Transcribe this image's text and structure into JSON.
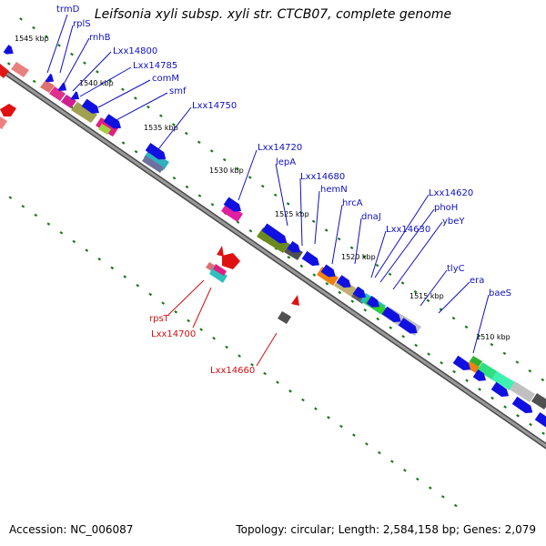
{
  "title": "Leifsonia xyli subsp. xyli str. CTCB07, complete genome",
  "footer": {
    "accession_label": "Accession: NC_006087",
    "summary": "Topology: circular; Length: 2,584,158 bp; Genes: 2,079"
  },
  "colors": {
    "backbone": "#808080",
    "cds": "#1010e0",
    "ticks": "#1a7a1a",
    "forward_label": "#1010c0",
    "reverse_label": "#d01010"
  },
  "kbp_markers": [
    "1545 kbp",
    "1540 kbp",
    "1535 kbp",
    "1530 kbp",
    "1525 kbp",
    "1520 kbp",
    "1515 kbp",
    "1510 kbp"
  ],
  "forward_gene_labels": [
    "trmD",
    "rplS",
    "rnhB",
    "Lxx14800",
    "Lxx14785",
    "comM",
    "smf",
    "Lxx14750",
    "Lxx14720",
    "lepA",
    "Lxx14680",
    "hemN",
    "hrcA",
    "dnaJ",
    "Lxx14630",
    "Lxx14620",
    "phoH",
    "ybeY",
    "tlyC",
    "era",
    "baeS"
  ],
  "reverse_gene_labels": [
    "rpsT",
    "Lxx14700",
    "Lxx14660"
  ]
}
